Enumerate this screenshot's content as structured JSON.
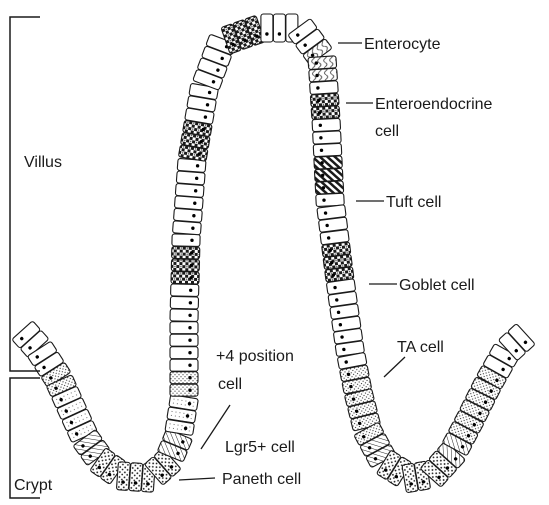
{
  "regions": {
    "villus": "Villus",
    "crypt": "Crypt"
  },
  "labels": {
    "enterocyte": "Enterocyte",
    "enteroendocrine_line1": "Enteroendocrine",
    "enteroendocrine_line2": "cell",
    "tuft": "Tuft cell",
    "goblet": "Goblet cell",
    "ta": "TA cell",
    "plus4_line1": "+4 position",
    "plus4_line2": "cell",
    "lgr5": "Lgr5+ cell",
    "paneth": "Paneth  cell"
  },
  "cell_types": [
    "enterocyte",
    "enteroendocrine",
    "tuft",
    "goblet",
    "ta",
    "lgr5",
    "paneth"
  ]
}
